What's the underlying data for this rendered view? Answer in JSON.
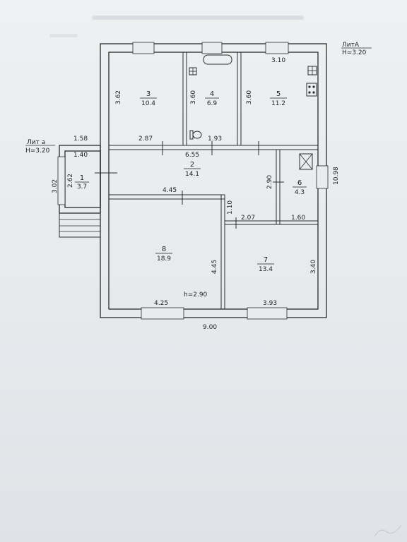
{
  "header": {
    "lit_a_label": "ЛитА",
    "lit_a_height": "H=3.20",
    "lit_a_small_label": "Лит а",
    "lit_a_small_height": "H=3.20"
  },
  "rooms": [
    {
      "number": "1",
      "area": "3.7"
    },
    {
      "number": "2",
      "area": "14.1"
    },
    {
      "number": "3",
      "area": "10.4"
    },
    {
      "number": "4",
      "area": "6.9"
    },
    {
      "number": "5",
      "area": "11.2"
    },
    {
      "number": "6",
      "area": "4.3"
    },
    {
      "number": "7",
      "area": "13.4"
    },
    {
      "number": "8",
      "area": "18.9"
    }
  ],
  "dimensions": {
    "d_3_10": "3.10",
    "d_3_62": "3.62",
    "d_3_60_a": "3.60",
    "d_3_60_b": "3.60",
    "d_1_58": "1.58",
    "d_2_87": "2.87",
    "d_1_93": "1.93",
    "d_6_55": "6.55",
    "d_1_40": "1.40",
    "d_2_90": "2.90",
    "d_10_98": "10.98",
    "d_3_02": "3.02",
    "d_2_62": "2.62",
    "d_4_45_a": "4.45",
    "d_1_10": "1.10",
    "d_2_07": "2.07",
    "d_1_60": "1.60",
    "d_4_45_b": "4.45",
    "d_3_40": "3.40",
    "d_4_25": "4.25",
    "d_3_93": "3.93",
    "d_9_00": "9.00"
  },
  "ceiling_height": "h=2.90"
}
